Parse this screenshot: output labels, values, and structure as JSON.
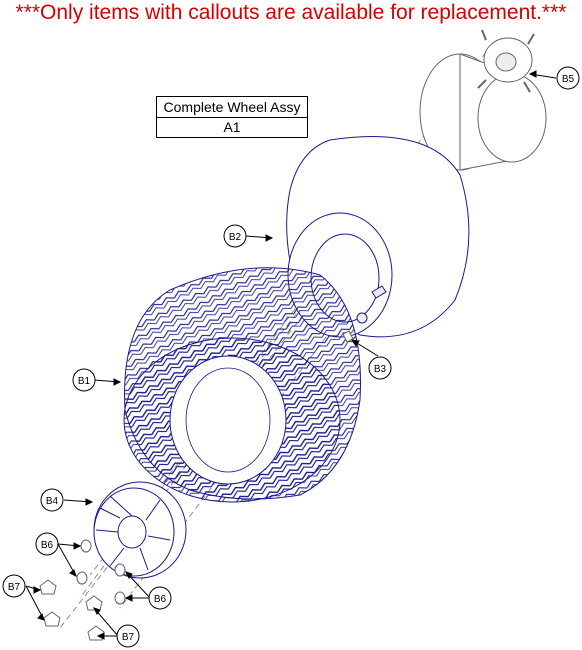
{
  "header": {
    "notice": "***Only items with callouts are available for replacement.***",
    "notice_color": "#d40000"
  },
  "assembly_table": {
    "header": "Complete Wheel Assy",
    "value": "A1"
  },
  "callouts": {
    "b1": "B1",
    "b2": "B2",
    "b3": "B3",
    "b4": "B4",
    "b5": "B5",
    "b6_top": "B6",
    "b6_right": "B6",
    "b7_left": "B7",
    "b7_bottom": "B7"
  },
  "colors": {
    "line_art": "#1a1a8c",
    "callout_stroke": "#000000"
  }
}
